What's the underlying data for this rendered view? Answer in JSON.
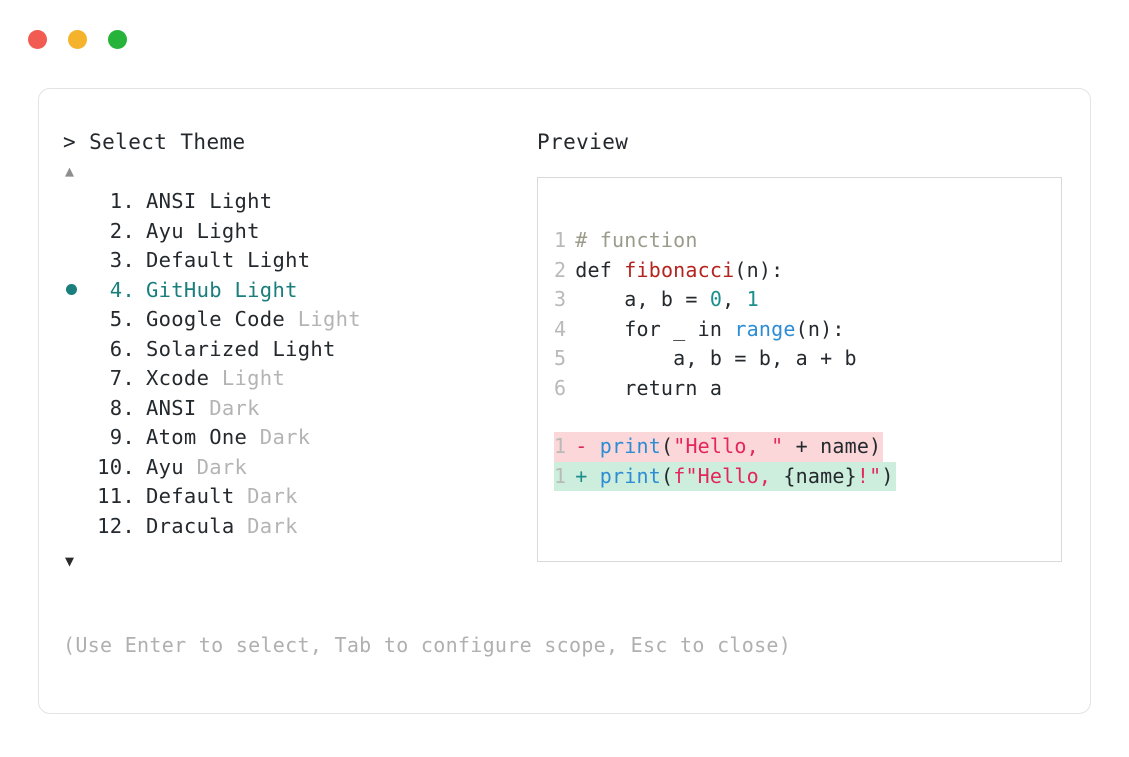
{
  "window": {
    "traffic_lights": [
      {
        "name": "close",
        "color": "#f15b51"
      },
      {
        "name": "minimize",
        "color": "#f5b32b"
      },
      {
        "name": "maximize",
        "color": "#26b33a"
      }
    ]
  },
  "left_pane": {
    "title": "> Select Theme",
    "scroll_up_glyph": "▲",
    "scroll_down_glyph": "▼",
    "selected_index": 4,
    "bullet_glyph": "●",
    "accent_color": "#1a7f7c",
    "items": [
      {
        "index": "1.",
        "name": "ANSI",
        "variant": "Light",
        "variant_dim": false,
        "selected": false
      },
      {
        "index": "2.",
        "name": "Ayu",
        "variant": "Light",
        "variant_dim": false,
        "selected": false
      },
      {
        "index": "3.",
        "name": "Default",
        "variant": "Light",
        "variant_dim": false,
        "selected": false
      },
      {
        "index": "4.",
        "name": "GitHub",
        "variant": "Light",
        "variant_dim": false,
        "selected": true
      },
      {
        "index": "5.",
        "name": "Google Code",
        "variant": "Light",
        "variant_dim": true,
        "selected": false
      },
      {
        "index": "6.",
        "name": "Solarized",
        "variant": "Light",
        "variant_dim": false,
        "selected": false
      },
      {
        "index": "7.",
        "name": "Xcode",
        "variant": "Light",
        "variant_dim": true,
        "selected": false
      },
      {
        "index": "8.",
        "name": "ANSI",
        "variant": "Dark",
        "variant_dim": true,
        "selected": false
      },
      {
        "index": "9.",
        "name": "Atom One",
        "variant": "Dark",
        "variant_dim": true,
        "selected": false
      },
      {
        "index": "10.",
        "name": "Ayu",
        "variant": "Dark",
        "variant_dim": true,
        "selected": false
      },
      {
        "index": "11.",
        "name": "Default",
        "variant": "Dark",
        "variant_dim": true,
        "selected": false
      },
      {
        "index": "12.",
        "name": "Dracula",
        "variant": "Dark",
        "variant_dim": true,
        "selected": false
      }
    ]
  },
  "hint": "(Use Enter to select, Tab to configure scope, Esc to close)",
  "right_pane": {
    "title": "Preview",
    "code_lines": [
      {
        "ln": "1",
        "tokens": [
          {
            "t": "# function",
            "c": "comment"
          }
        ]
      },
      {
        "ln": "2",
        "tokens": [
          {
            "t": "def ",
            "c": "keyword"
          },
          {
            "t": "fibonacci",
            "c": "func"
          },
          {
            "t": "(n):",
            "c": "plain"
          }
        ]
      },
      {
        "ln": "3",
        "tokens": [
          {
            "t": "    a, b = ",
            "c": "plain"
          },
          {
            "t": "0",
            "c": "num"
          },
          {
            "t": ", ",
            "c": "plain"
          },
          {
            "t": "1",
            "c": "num"
          }
        ]
      },
      {
        "ln": "4",
        "tokens": [
          {
            "t": "    for _ in ",
            "c": "plain"
          },
          {
            "t": "range",
            "c": "builtin"
          },
          {
            "t": "(n):",
            "c": "plain"
          }
        ]
      },
      {
        "ln": "5",
        "tokens": [
          {
            "t": "        a, b = b, a + b",
            "c": "plain"
          }
        ]
      },
      {
        "ln": "6",
        "tokens": [
          {
            "t": "    return a",
            "c": "plain"
          }
        ]
      }
    ],
    "diff_lines": [
      {
        "ln": "1",
        "kind": "del",
        "marker": "-",
        "tokens": [
          {
            "t": "print",
            "c": "builtin"
          },
          {
            "t": "(",
            "c": "plain"
          },
          {
            "t": "\"Hello, \"",
            "c": "string"
          },
          {
            "t": " + name)",
            "c": "plain"
          }
        ]
      },
      {
        "ln": "1",
        "kind": "add",
        "marker": "+",
        "tokens": [
          {
            "t": "print",
            "c": "builtin"
          },
          {
            "t": "(",
            "c": "plain"
          },
          {
            "t": "f\"Hello, ",
            "c": "string"
          },
          {
            "t": "{name}",
            "c": "plain"
          },
          {
            "t": "!\"",
            "c": "string"
          },
          {
            "t": ")",
            "c": "plain"
          }
        ]
      }
    ]
  }
}
